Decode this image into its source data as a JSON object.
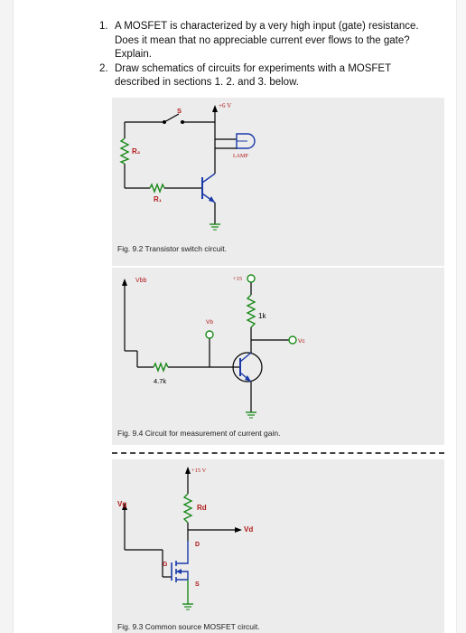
{
  "questions": [
    {
      "num": "1.",
      "text": "A MOSFET is characterized by a very high input (gate) resistance. Does it mean that no appreciable current ever flows to the gate? Explain."
    },
    {
      "num": "2.",
      "text": "Draw schematics of circuits for experiments with a MOSFET described in sections 1. 2. and 3. below."
    }
  ],
  "figures": [
    {
      "caption": "Fig. 9.2 Transistor switch circuit.",
      "labels": {
        "supply": "+6 V",
        "switch": "S",
        "r2": "R₂",
        "r1": "R₁",
        "lamp": "LAMP"
      }
    },
    {
      "caption": "Fig. 9.4 Circuit for measurement of current gain.",
      "labels": {
        "vbb": "Vbb",
        "supply": "+15",
        "rc": "1k",
        "vb": "Vb",
        "vc": "Vc",
        "rb": "4.7k"
      }
    },
    {
      "caption": "Fig. 9.3 Common source MOSFET circuit.",
      "labels": {
        "supply": "+15 V",
        "vg": "Vg",
        "rd": "Rd",
        "vd": "Vd",
        "d": "D",
        "g": "G",
        "s": "S"
      }
    }
  ],
  "colors": {
    "wire": "#000000",
    "resistor": "#1a8a1a",
    "transistor": "#1a3aa8",
    "lamp": "#1a3aa8",
    "label": "#b01818",
    "bg": "#ececec"
  }
}
